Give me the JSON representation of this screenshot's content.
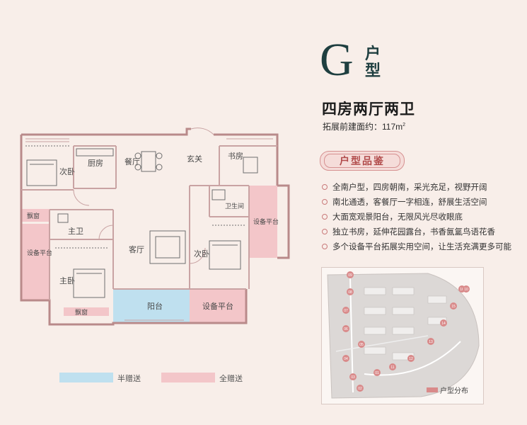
{
  "header": {
    "letter": "G",
    "type_chars": [
      "户",
      "型"
    ],
    "subtitle": "四房两厅两卫",
    "area_prefix": "拓展前建面约：117m",
    "area_sup": "2"
  },
  "features": {
    "badge": "户型品鉴",
    "items": [
      "全南户型，四房朝南，采光充足，视野开阔",
      "南北通透，客餐厅一字相连，舒展生活空间",
      "大面宽观景阳台，无限风光尽收眼底",
      "独立书房，延伸花园露台，书香氤氲鸟语花香",
      "多个设备平台拓展实用空间，让生活充满更多可能"
    ]
  },
  "plan": {
    "rooms": {
      "kitchen": "厨房",
      "dining": "餐厅",
      "entry": "玄关",
      "study": "书房",
      "bedroom2": "次卧",
      "bedroom3": "次卧",
      "bath_main": "主卫",
      "bath": "卫生间",
      "living": "客厅",
      "master": "主卧",
      "balcony": "阳台",
      "platform_bottom": "设备平台",
      "platform_left": "设备平台",
      "platform_right": "设备平台",
      "bay_window_top": "飘窗",
      "bay_window_bottom": "飘窗"
    },
    "legend": {
      "half": "半赠送",
      "full": "全赠送"
    }
  },
  "sitemap": {
    "legend": "户型分布",
    "buildings": [
      "09",
      "08",
      "07",
      "06",
      "05",
      "04",
      "03",
      "02",
      "01",
      "11",
      "12",
      "13",
      "14",
      "15",
      "16",
      "10"
    ]
  },
  "colors": {
    "half_gift": "#bfe0ef",
    "full_gift": "#f3c6c9",
    "accent": "#b14b4b",
    "title": "#1f3f40"
  }
}
